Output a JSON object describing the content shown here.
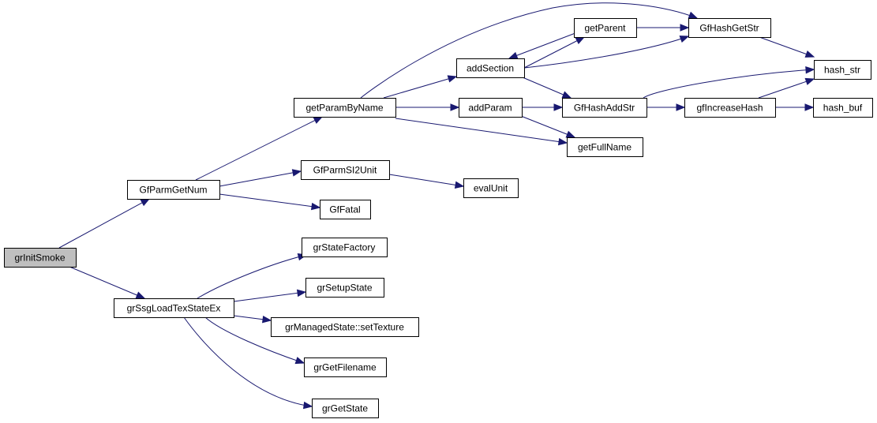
{
  "diagram": {
    "type": "call-graph",
    "edge_color": "#191970",
    "root_fill": "#bfbfbf",
    "node_fill": "#ffffff",
    "nodes": [
      {
        "id": "grInitSmoke",
        "label": "grInitSmoke",
        "root": true
      },
      {
        "id": "GfParmGetNum",
        "label": "GfParmGetNum"
      },
      {
        "id": "grSsgLoadTexStateEx",
        "label": "grSsgLoadTexStateEx"
      },
      {
        "id": "getParamByName",
        "label": "getParamByName"
      },
      {
        "id": "GfParmSI2Unit",
        "label": "GfParmSI2Unit"
      },
      {
        "id": "GfFatal",
        "label": "GfFatal"
      },
      {
        "id": "addSection",
        "label": "addSection"
      },
      {
        "id": "addParam",
        "label": "addParam"
      },
      {
        "id": "getParent",
        "label": "getParent"
      },
      {
        "id": "GfHashGetStr",
        "label": "GfHashGetStr"
      },
      {
        "id": "GfHashAddStr",
        "label": "GfHashAddStr"
      },
      {
        "id": "getFullName",
        "label": "getFullName"
      },
      {
        "id": "gfIncreaseHash",
        "label": "gfIncreaseHash"
      },
      {
        "id": "hash_str",
        "label": "hash_str"
      },
      {
        "id": "hash_buf",
        "label": "hash_buf"
      },
      {
        "id": "evalUnit",
        "label": "evalUnit"
      },
      {
        "id": "grStateFactory",
        "label": "grStateFactory"
      },
      {
        "id": "grSetupState",
        "label": "grSetupState"
      },
      {
        "id": "grManagedState_setTexture",
        "label": "grManagedState::setTexture"
      },
      {
        "id": "grGetFilename",
        "label": "grGetFilename"
      },
      {
        "id": "grGetState",
        "label": "grGetState"
      }
    ],
    "edges": [
      {
        "from": "grInitSmoke",
        "to": "GfParmGetNum"
      },
      {
        "from": "grInitSmoke",
        "to": "grSsgLoadTexStateEx"
      },
      {
        "from": "GfParmGetNum",
        "to": "getParamByName"
      },
      {
        "from": "GfParmGetNum",
        "to": "GfParmSI2Unit"
      },
      {
        "from": "GfParmGetNum",
        "to": "GfFatal"
      },
      {
        "from": "getParamByName",
        "to": "addSection"
      },
      {
        "from": "getParamByName",
        "to": "addParam"
      },
      {
        "from": "getParamByName",
        "to": "GfHashGetStr"
      },
      {
        "from": "getParamByName",
        "to": "getFullName"
      },
      {
        "from": "addSection",
        "to": "getParent"
      },
      {
        "from": "addSection",
        "to": "GfHashGetStr"
      },
      {
        "from": "addSection",
        "to": "GfHashAddStr"
      },
      {
        "from": "getParent",
        "to": "addSection"
      },
      {
        "from": "getParent",
        "to": "GfHashGetStr"
      },
      {
        "from": "addParam",
        "to": "GfHashAddStr"
      },
      {
        "from": "addParam",
        "to": "getFullName"
      },
      {
        "from": "GfHashGetStr",
        "to": "hash_str"
      },
      {
        "from": "GfHashAddStr",
        "to": "hash_str"
      },
      {
        "from": "GfHashAddStr",
        "to": "gfIncreaseHash"
      },
      {
        "from": "gfIncreaseHash",
        "to": "hash_str"
      },
      {
        "from": "gfIncreaseHash",
        "to": "hash_buf"
      },
      {
        "from": "GfParmSI2Unit",
        "to": "evalUnit"
      },
      {
        "from": "grSsgLoadTexStateEx",
        "to": "grStateFactory"
      },
      {
        "from": "grSsgLoadTexStateEx",
        "to": "grSetupState"
      },
      {
        "from": "grSsgLoadTexStateEx",
        "to": "grManagedState_setTexture"
      },
      {
        "from": "grSsgLoadTexStateEx",
        "to": "grGetFilename"
      },
      {
        "from": "grSsgLoadTexStateEx",
        "to": "grGetState"
      }
    ]
  }
}
